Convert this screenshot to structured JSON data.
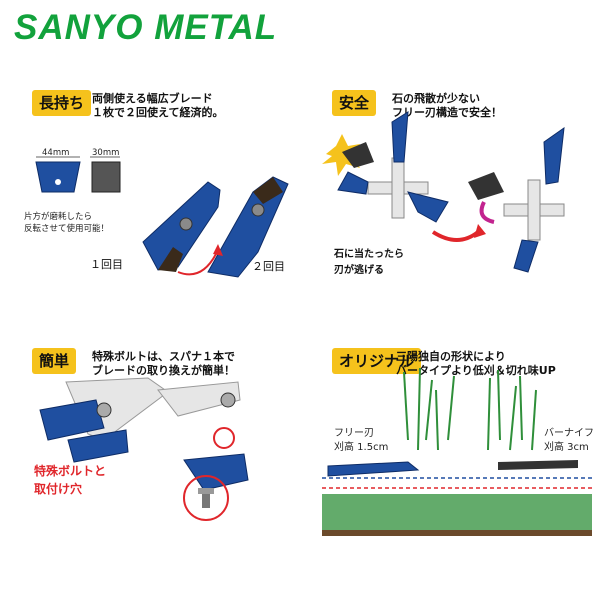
{
  "brand": {
    "logo_text": "SANYO METAL",
    "logo_color": "#12a23c"
  },
  "panels": [
    {
      "badge": "長持ち",
      "lines": [
        "両側使える幅広ブレード",
        "１枚で２回使えて経済的。"
      ],
      "labels": {
        "width_wide": "44mm",
        "width_narrow": "30mm",
        "note_1": "片方が磨耗したら",
        "note_2": "反転させて使用可能！",
        "first_use": "１回目",
        "second_use": "２回目"
      }
    },
    {
      "badge": "安全",
      "lines": [
        "石の飛散が少ない",
        "フリー刃構造で安全！"
      ],
      "labels": {
        "stone_1": "石に当たったら",
        "stone_2": "刃が逃げる"
      }
    },
    {
      "badge": "簡単",
      "lines": [
        "特殊ボルトは、スパナ１本で",
        "ブレードの取り換えが簡単！"
      ],
      "labels": {
        "bolt_1": "特殊ボルトと",
        "bolt_2": "取付け穴"
      }
    },
    {
      "badge": "オリジナル",
      "lines": [
        "三陽独自の形状により",
        "バータイプより低刈＆切れ味UP"
      ],
      "labels": {
        "free_blade": "フリー刃",
        "free_height": "刈高 1.5cm",
        "bar_knife": "バーナイフ",
        "bar_height": "刈高 3cm"
      }
    }
  ],
  "colors": {
    "badge_yellow": "#f5c21c",
    "blade_blue": "#1f4fa0",
    "accent_red": "#e0262b",
    "grass_green": "#2f8f3a"
  }
}
